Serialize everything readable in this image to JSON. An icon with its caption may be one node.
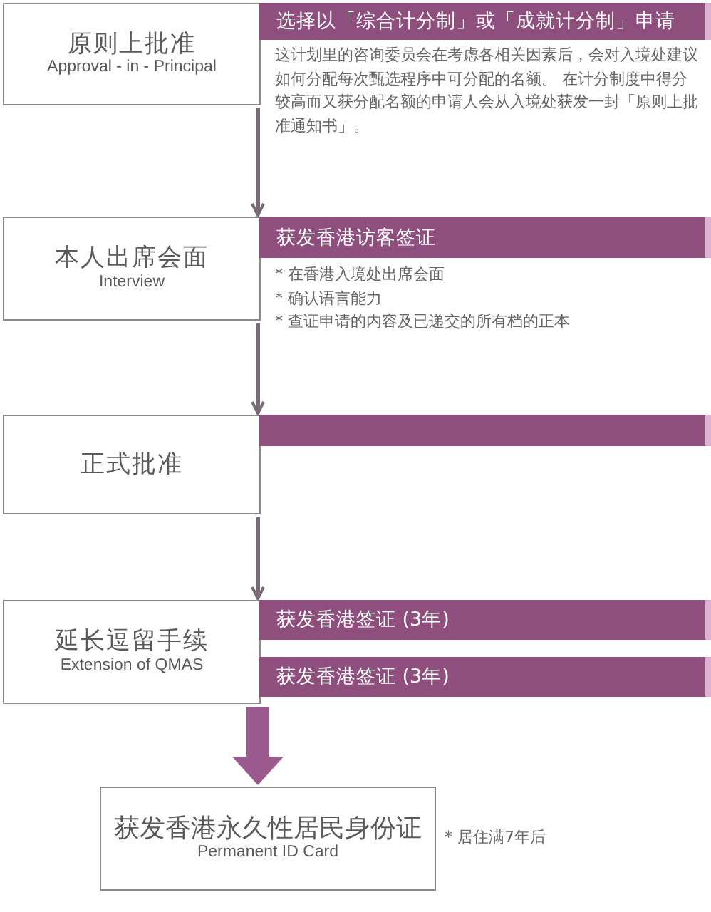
{
  "diagram": {
    "nodes": [
      {
        "text": [
          "原则上批准",
          "Approval - in - Principal"
        ]
      },
      {
        "text": [
          "选择以「综合计分制」或「成就计分制」申请"
        ],
        "beside": [
          "这计划里的咨询委员会在考虑各相关因素后，会对入境处建议如何分配每次甄选程序中可分配的名额。 在计分制度中得分较高而又获分配名额的申请人会从入境处获发一封「原则上批准通知书」。"
        ]
      },
      {
        "text": [
          "本人出席会面",
          "Interview"
        ]
      },
      {
        "text": [
          "获发香港访客签证"
        ],
        "beside": [
          "* 在香港入境处出席会面",
          "* 确认语言能力",
          "* 查证申请的内容及已递交的所有档的正本"
        ]
      },
      {
        "text": [
          "正式批准"
        ]
      },
      {
        "text": [],
        "shape": "bar"
      },
      {
        "text": [
          "延长逗留手续",
          "Extension of QMAS"
        ]
      },
      {
        "text": [
          "获发香港签证 (3年)"
        ]
      },
      {
        "text": [
          "获发香港签证 (3年)"
        ]
      },
      {
        "text": [
          "获发香港永久性居民身份证",
          "Permanent ID Card"
        ],
        "beside": [
          "* 居住满7年后"
        ]
      }
    ],
    "edges": [
      {
        "from": 0,
        "to": 2,
        "arrow": "to"
      },
      {
        "from": 2,
        "to": 4,
        "arrow": "to"
      },
      {
        "from": 4,
        "to": 6,
        "arrow": "to"
      },
      {
        "from": 6,
        "to": 9,
        "arrow": "to",
        "style": "thick",
        "color": "#9b5a8e"
      }
    ]
  }
}
